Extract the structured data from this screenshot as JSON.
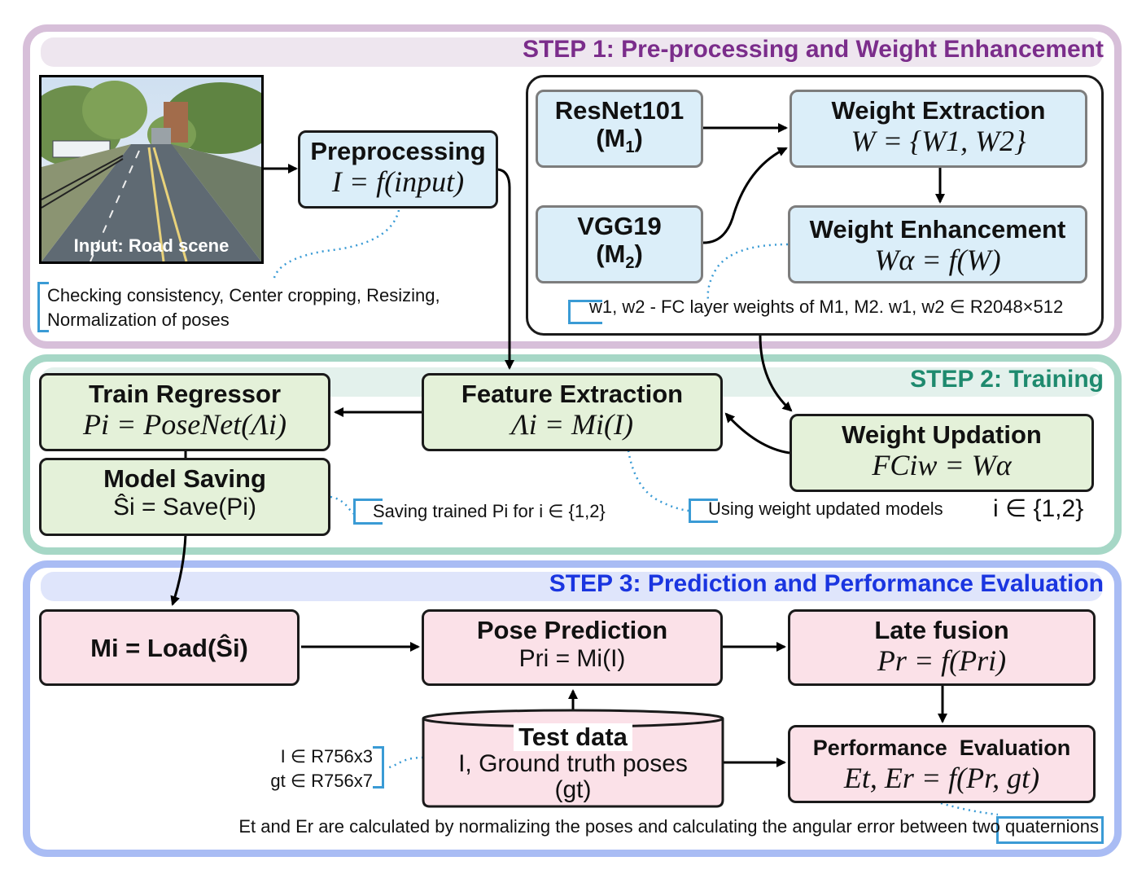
{
  "colors": {
    "step1": "#d7bfd9",
    "step1_title": "#7b2d8b",
    "step2": "#a6d7c6",
    "step2_title": "#1e8a6e",
    "step3": "#a9bcf4",
    "step3_title": "#1a35e0",
    "node_blue": "#dbeef9",
    "node_green": "#e4f1d9",
    "node_pink": "#fbe1e8",
    "note_bracket": "#3a9bd5"
  },
  "step1": {
    "title": "STEP 1: Pre-processing and Weight Enhancement",
    "input_caption": "Input: Road scene",
    "preprocessing": {
      "title": "Preprocessing",
      "eq": "I = f(input)"
    },
    "preprocessing_note_1": "Checking consistency, Center cropping, Resizing,",
    "preprocessing_note_2": "Normalization of poses",
    "resnet": {
      "name": "ResNet101",
      "model": "M",
      "sub": "1"
    },
    "vgg": {
      "name": "VGG19",
      "model": "M",
      "sub": "2"
    },
    "weight_extraction": {
      "title": "Weight Extraction",
      "eq": "W = {W1, W2}"
    },
    "weight_enhancement": {
      "title": "Weight Enhancement",
      "eq": "Wα = f(W)"
    },
    "fc_note": "w1, w2 - FC layer weights of M1, M2.  w1, w2 ∈ R2048×512"
  },
  "step2": {
    "title": "STEP 2: Training",
    "train_regressor": {
      "title": "Train Regressor",
      "eq": "Pi = PoseNet(Λi)"
    },
    "feature_extraction": {
      "title": "Feature Extraction",
      "eq": "Λi = Mi(I)"
    },
    "weight_updation": {
      "title": "Weight Updation",
      "eq": "FCiw = Wα"
    },
    "model_saving": {
      "title": "Model Saving",
      "eq": "Ŝi = Save(Pi)"
    },
    "saving_note": "Saving trained Pi for i ∈ {1,2}",
    "using_note": "Using weight updated models",
    "index_set": "i ∈ {1,2}"
  },
  "step3": {
    "title": "STEP 3: Prediction and Performance Evaluation",
    "load": {
      "label": "Mi = Load(Ŝi)"
    },
    "pose_prediction": {
      "title": "Pose Prediction",
      "eq": "Pri = Mi(I)"
    },
    "late_fusion": {
      "title": "Late fusion",
      "eq": "Pr = f(Pri)"
    },
    "test_data": {
      "title": "Test data",
      "line1": "I, Ground truth poses",
      "line2": "(gt)"
    },
    "test_note_1": "I ∈ R756x3",
    "test_note_2": "gt ∈ R756x7",
    "performance": {
      "title": "Performance  Evaluation",
      "eq": "Et, Er = f(Pr, gt)"
    },
    "footer_note": "Et and Er are calculated by normalizing the poses and calculating the angular error between two quaternions"
  }
}
